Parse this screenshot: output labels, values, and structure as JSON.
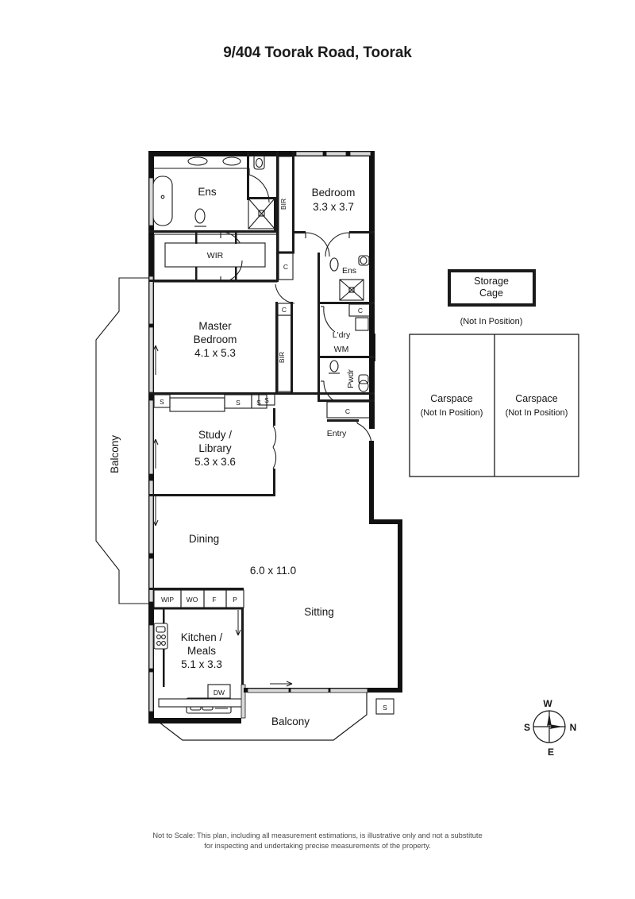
{
  "document": {
    "title": "9/404 Toorak Road, Toorak",
    "disclaimer_line1": "Not to Scale: This plan, including all measurement estimations, is illustrative only and not a substitute",
    "disclaimer_line2": "for inspecting and undertaking precise measurements of the property."
  },
  "rooms": {
    "ensuite_master": {
      "label": "Ens"
    },
    "wir": {
      "label": "WIR"
    },
    "bedroom2": {
      "label": "Bedroom",
      "dimensions": "3.3 x 3.7"
    },
    "bedroom2_ensuite": {
      "label": "Ens"
    },
    "master_bedroom": {
      "label": "Master",
      "label2": "Bedroom",
      "dimensions": "4.1 x 5.3"
    },
    "study": {
      "label": "Study /",
      "label2": "Library",
      "dimensions": "5.3 x 3.6"
    },
    "laundry": {
      "label": "L'dry"
    },
    "washing_machine": {
      "label": "WM"
    },
    "powder": {
      "label": "Pwdr"
    },
    "entry": {
      "label": "Entry"
    },
    "dining": {
      "label": "Dining"
    },
    "sitting": {
      "label": "Sitting",
      "dimensions": "6.0 x 11.0"
    },
    "kitchen": {
      "label": "Kitchen /",
      "label2": "Meals",
      "dimensions": "5.1 x 3.3"
    },
    "balcony_west": {
      "label": "Balcony"
    },
    "balcony_south": {
      "label": "Balcony"
    }
  },
  "markers": {
    "bir_top": "BIR",
    "bir_master": "BIR",
    "closet_1": "C",
    "closet_2": "C",
    "closet_3": "C",
    "closet_4": "C",
    "closet_5": "C",
    "storage_s1": "S",
    "storage_s2": "S",
    "storage_s3": "S",
    "storage_s4": "S",
    "storage_s5": "S",
    "wip": "WIP",
    "wall_oven": "WO",
    "fridge": "F",
    "pantry": "P",
    "dishwasher": "DW"
  },
  "annexes": {
    "storage_cage": {
      "label_line1": "Storage",
      "label_line2": "Cage",
      "note": "(Not In Position)"
    },
    "carspace_left": {
      "label": "Carspace",
      "note": "(Not In Position)"
    },
    "carspace_right": {
      "label": "Carspace",
      "note": "(Not In Position)"
    }
  },
  "compass": {
    "north": "N",
    "south": "S",
    "east": "E",
    "west": "W"
  },
  "colors": {
    "wall": "#111111",
    "window_glass": "#d9d9d9",
    "text": "#161616",
    "background": "#ffffff"
  }
}
